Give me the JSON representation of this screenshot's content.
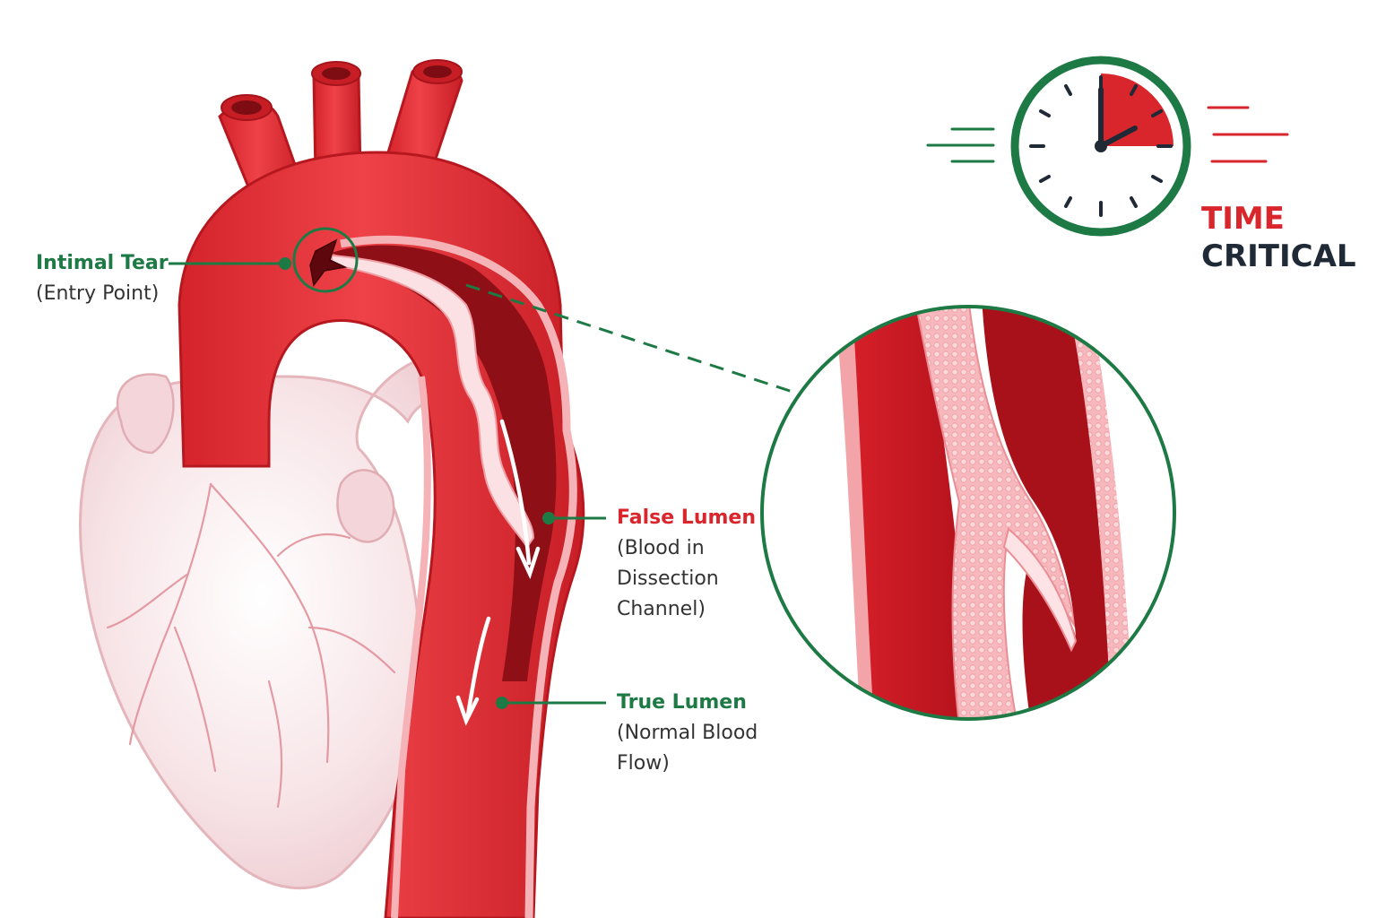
{
  "labels": {
    "intimal_tear": {
      "title": "Intimal Tear",
      "subtitle": "(Entry Point)"
    },
    "false_lumen": {
      "title": "False Lumen",
      "subtitle": [
        "(Blood in",
        "Dissection",
        "Channel)"
      ]
    },
    "true_lumen": {
      "title": "True Lumen",
      "subtitle": [
        "(Normal Blood",
        "Flow)"
      ]
    }
  },
  "badge": {
    "line1": "TIME",
    "line2": "CRITICAL"
  },
  "clock": {
    "time_shown": "3:00",
    "elapsed_fraction": 0.25
  },
  "colors": {
    "aorta_red": "#e53036",
    "deep_red": "#b3121c",
    "wall_pink": "#f4a6ab",
    "heart_pink": "#f6dfe2",
    "accent_green": "#1e7a45",
    "alert_red": "#d9262c",
    "text_dark": "#1f2a36"
  },
  "icons": [
    "clock-icon",
    "motion-lines-icon",
    "flow-arrow-icon"
  ]
}
